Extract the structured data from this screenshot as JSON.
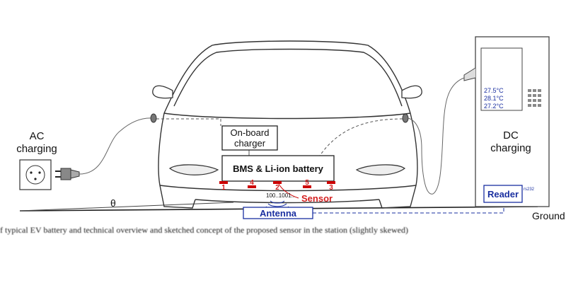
{
  "labels": {
    "ac_charging": [
      "AC",
      "charging"
    ],
    "dc_charging": [
      "DC",
      "charging"
    ],
    "onboard_charger": [
      "On-board",
      "charger"
    ],
    "battery": "BMS & Li-ion battery",
    "sensor": "Sensor",
    "antenna": "Antenna",
    "reader": "Reader",
    "rs232": "rs232",
    "ground": "Ground",
    "theta": "θ",
    "signal": "100..1001..",
    "sensor_numbers": [
      "1",
      "4",
      "2",
      "5",
      "3"
    ]
  },
  "dc_display": {
    "temps": [
      "27.5°C",
      "28.1°C",
      "27.2°C"
    ]
  },
  "caption": "f typical EV battery and technical overview and sketched concept of the proposed sensor in the station (slightly skewed)"
}
